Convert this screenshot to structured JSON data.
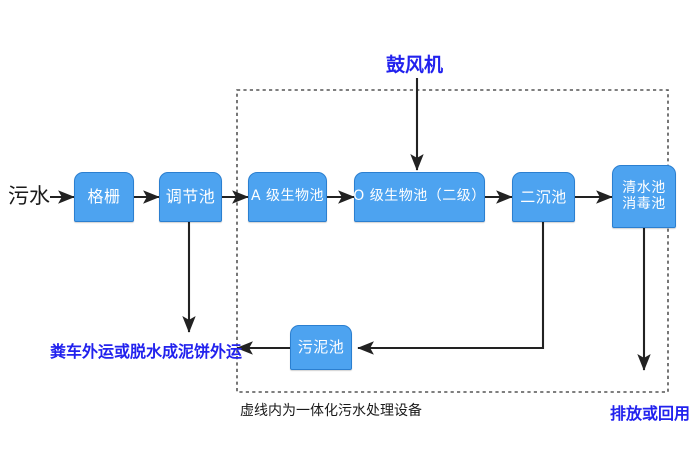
{
  "diagram": {
    "title_caption": "虚线内为一体化污水处理设备",
    "colors": {
      "node_fill": "#4da3f0",
      "node_border": "#2b7fd0",
      "node_text": "#ffffff",
      "label_blue": "#2222ee",
      "label_black": "#1a1a1a",
      "arrow": "#222222",
      "dashed_box": "#555555"
    },
    "inlet_label": "污水",
    "blower_label": "鼓风机",
    "sludge_disposal_label": "粪车外运或脱水成泥饼外运",
    "discharge_label": "排放或回用",
    "nodes": [
      {
        "id": "grille",
        "label_lines": [
          "格栅"
        ]
      },
      {
        "id": "regulating",
        "label_lines": [
          "调节池"
        ]
      },
      {
        "id": "a-bio",
        "label_lines": [
          "A 级生物池"
        ]
      },
      {
        "id": "o-bio",
        "label_lines": [
          "O 级生物池（二级）"
        ]
      },
      {
        "id": "secondary",
        "label_lines": [
          "二沉池"
        ]
      },
      {
        "id": "clearwater",
        "label_lines": [
          "清水池",
          "消毒池"
        ]
      },
      {
        "id": "sludge",
        "label_lines": [
          "污泥池"
        ]
      }
    ]
  }
}
